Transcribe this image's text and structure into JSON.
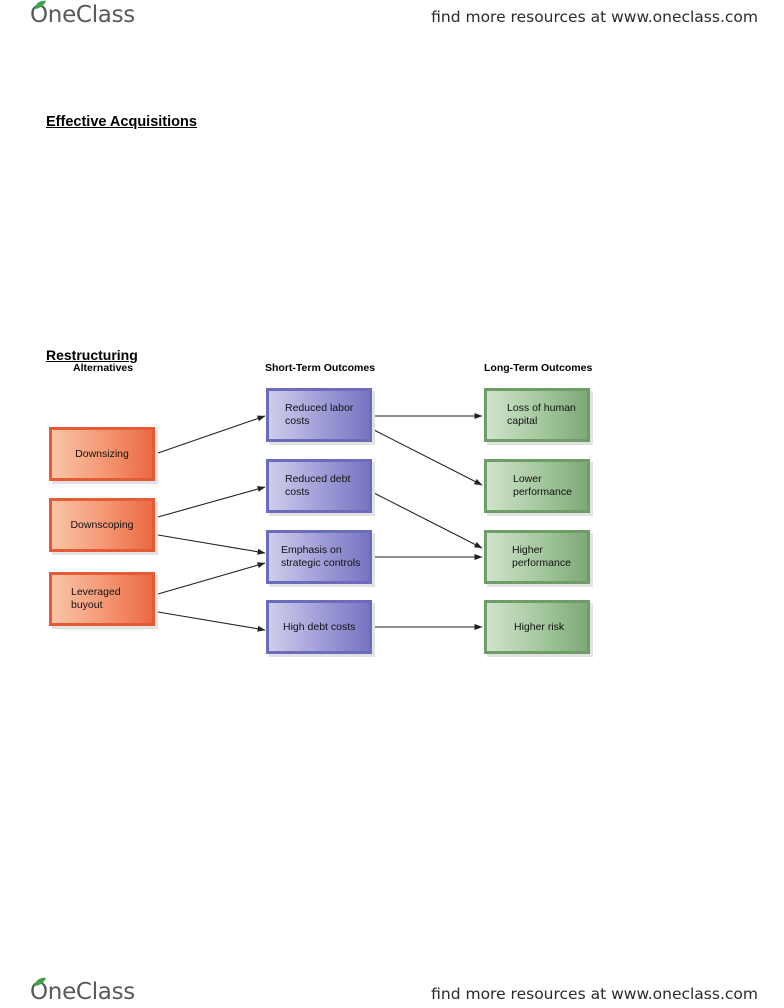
{
  "header": {
    "logo_text": "OneClass",
    "site_text": "find more resources at www.oneclass.com"
  },
  "footer": {
    "logo_text": "OneClass",
    "site_text": "find more resources at www.oneclass.com"
  },
  "sections": {
    "effective_acquisitions": "Effective Acquisitions",
    "restructuring": "Restructuring"
  },
  "diagram": {
    "columns": {
      "alternatives": "Alternatives",
      "short_term": "Short-Term Outcomes",
      "long_term": "Long-Term Outcomes"
    },
    "alternatives": [
      {
        "label": "Downsizing"
      },
      {
        "label": "Downscoping"
      },
      {
        "label": "Leveraged\nbuyout"
      }
    ],
    "short_term": [
      {
        "label": "Reduced labor\ncosts"
      },
      {
        "label": "Reduced debt\ncosts"
      },
      {
        "label": "Emphasis on\nstrategic controls"
      },
      {
        "label": "High debt costs"
      }
    ],
    "long_term": [
      {
        "label": "Loss of human\ncapital"
      },
      {
        "label": "Lower\nperformance"
      },
      {
        "label": "Higher\nperformance"
      },
      {
        "label": "Higher risk"
      }
    ],
    "colors": {
      "alternatives": "#f07a52",
      "short_term": "#8b89cf",
      "long_term": "#8fb98a"
    }
  }
}
